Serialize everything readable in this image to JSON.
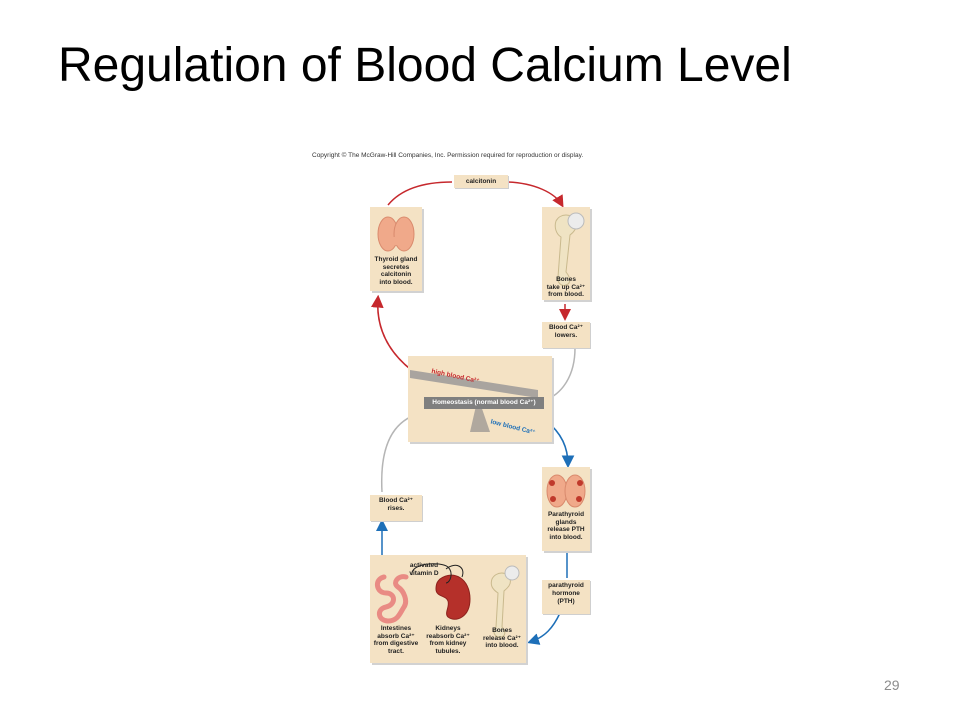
{
  "slide": {
    "title": "Regulation of Blood Calcium Level",
    "number": "29"
  },
  "diagram": {
    "copyright": "Copyright © The McGraw-Hill Companies, Inc. Permission required for reproduction or display.",
    "calcitonin_tag": "calcitonin",
    "thyroid_label": "Thyroid gland\nsecretes\ncalcitonin\ninto blood.",
    "bones_take_up": "Bones\ntake up Ca²⁺\nfrom blood.",
    "blood_lowers": "Blood Ca²⁺\nlowers.",
    "high_blood": "high blood Ca²⁺",
    "homeostasis": "Homeostasis (normal blood Ca²⁺)",
    "low_blood": "low blood Ca²⁺",
    "parathyroid_label": "Parathyroid\nglands\nrelease PTH\ninto blood.",
    "pth_tag": "parathyroid\nhormone\n(PTH)",
    "blood_rises": "Blood Ca²⁺\nrises.",
    "activated_vitd": "activated\nvitamin D",
    "intestines_label": "Intestines\nabsorb Ca²⁺\nfrom digestive\ntract.",
    "kidneys_label": "Kidneys\nreabsorb Ca²⁺\nfrom kidney\ntubules.",
    "bones_release": "Bones\nrelease Ca²⁺\ninto blood.",
    "colors": {
      "panel": "#f4e2c4",
      "red_arrow": "#c6282d",
      "blue_arrow": "#1d6fb8",
      "gray_arrow": "#b5b5b5"
    }
  }
}
